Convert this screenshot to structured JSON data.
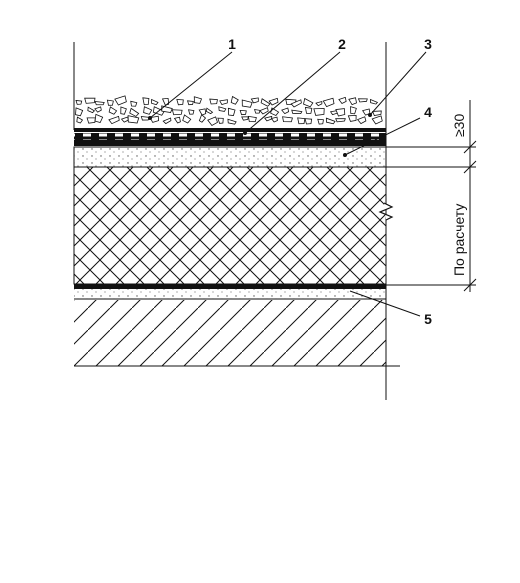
{
  "callouts": {
    "c1": "1",
    "c2": "2",
    "c3": "3",
    "c4": "4",
    "c5": "5"
  },
  "dimensions": {
    "top_layer": "≥30",
    "insulation": "По расчету"
  },
  "colors": {
    "line": "#111111",
    "paper": "#ffffff"
  }
}
